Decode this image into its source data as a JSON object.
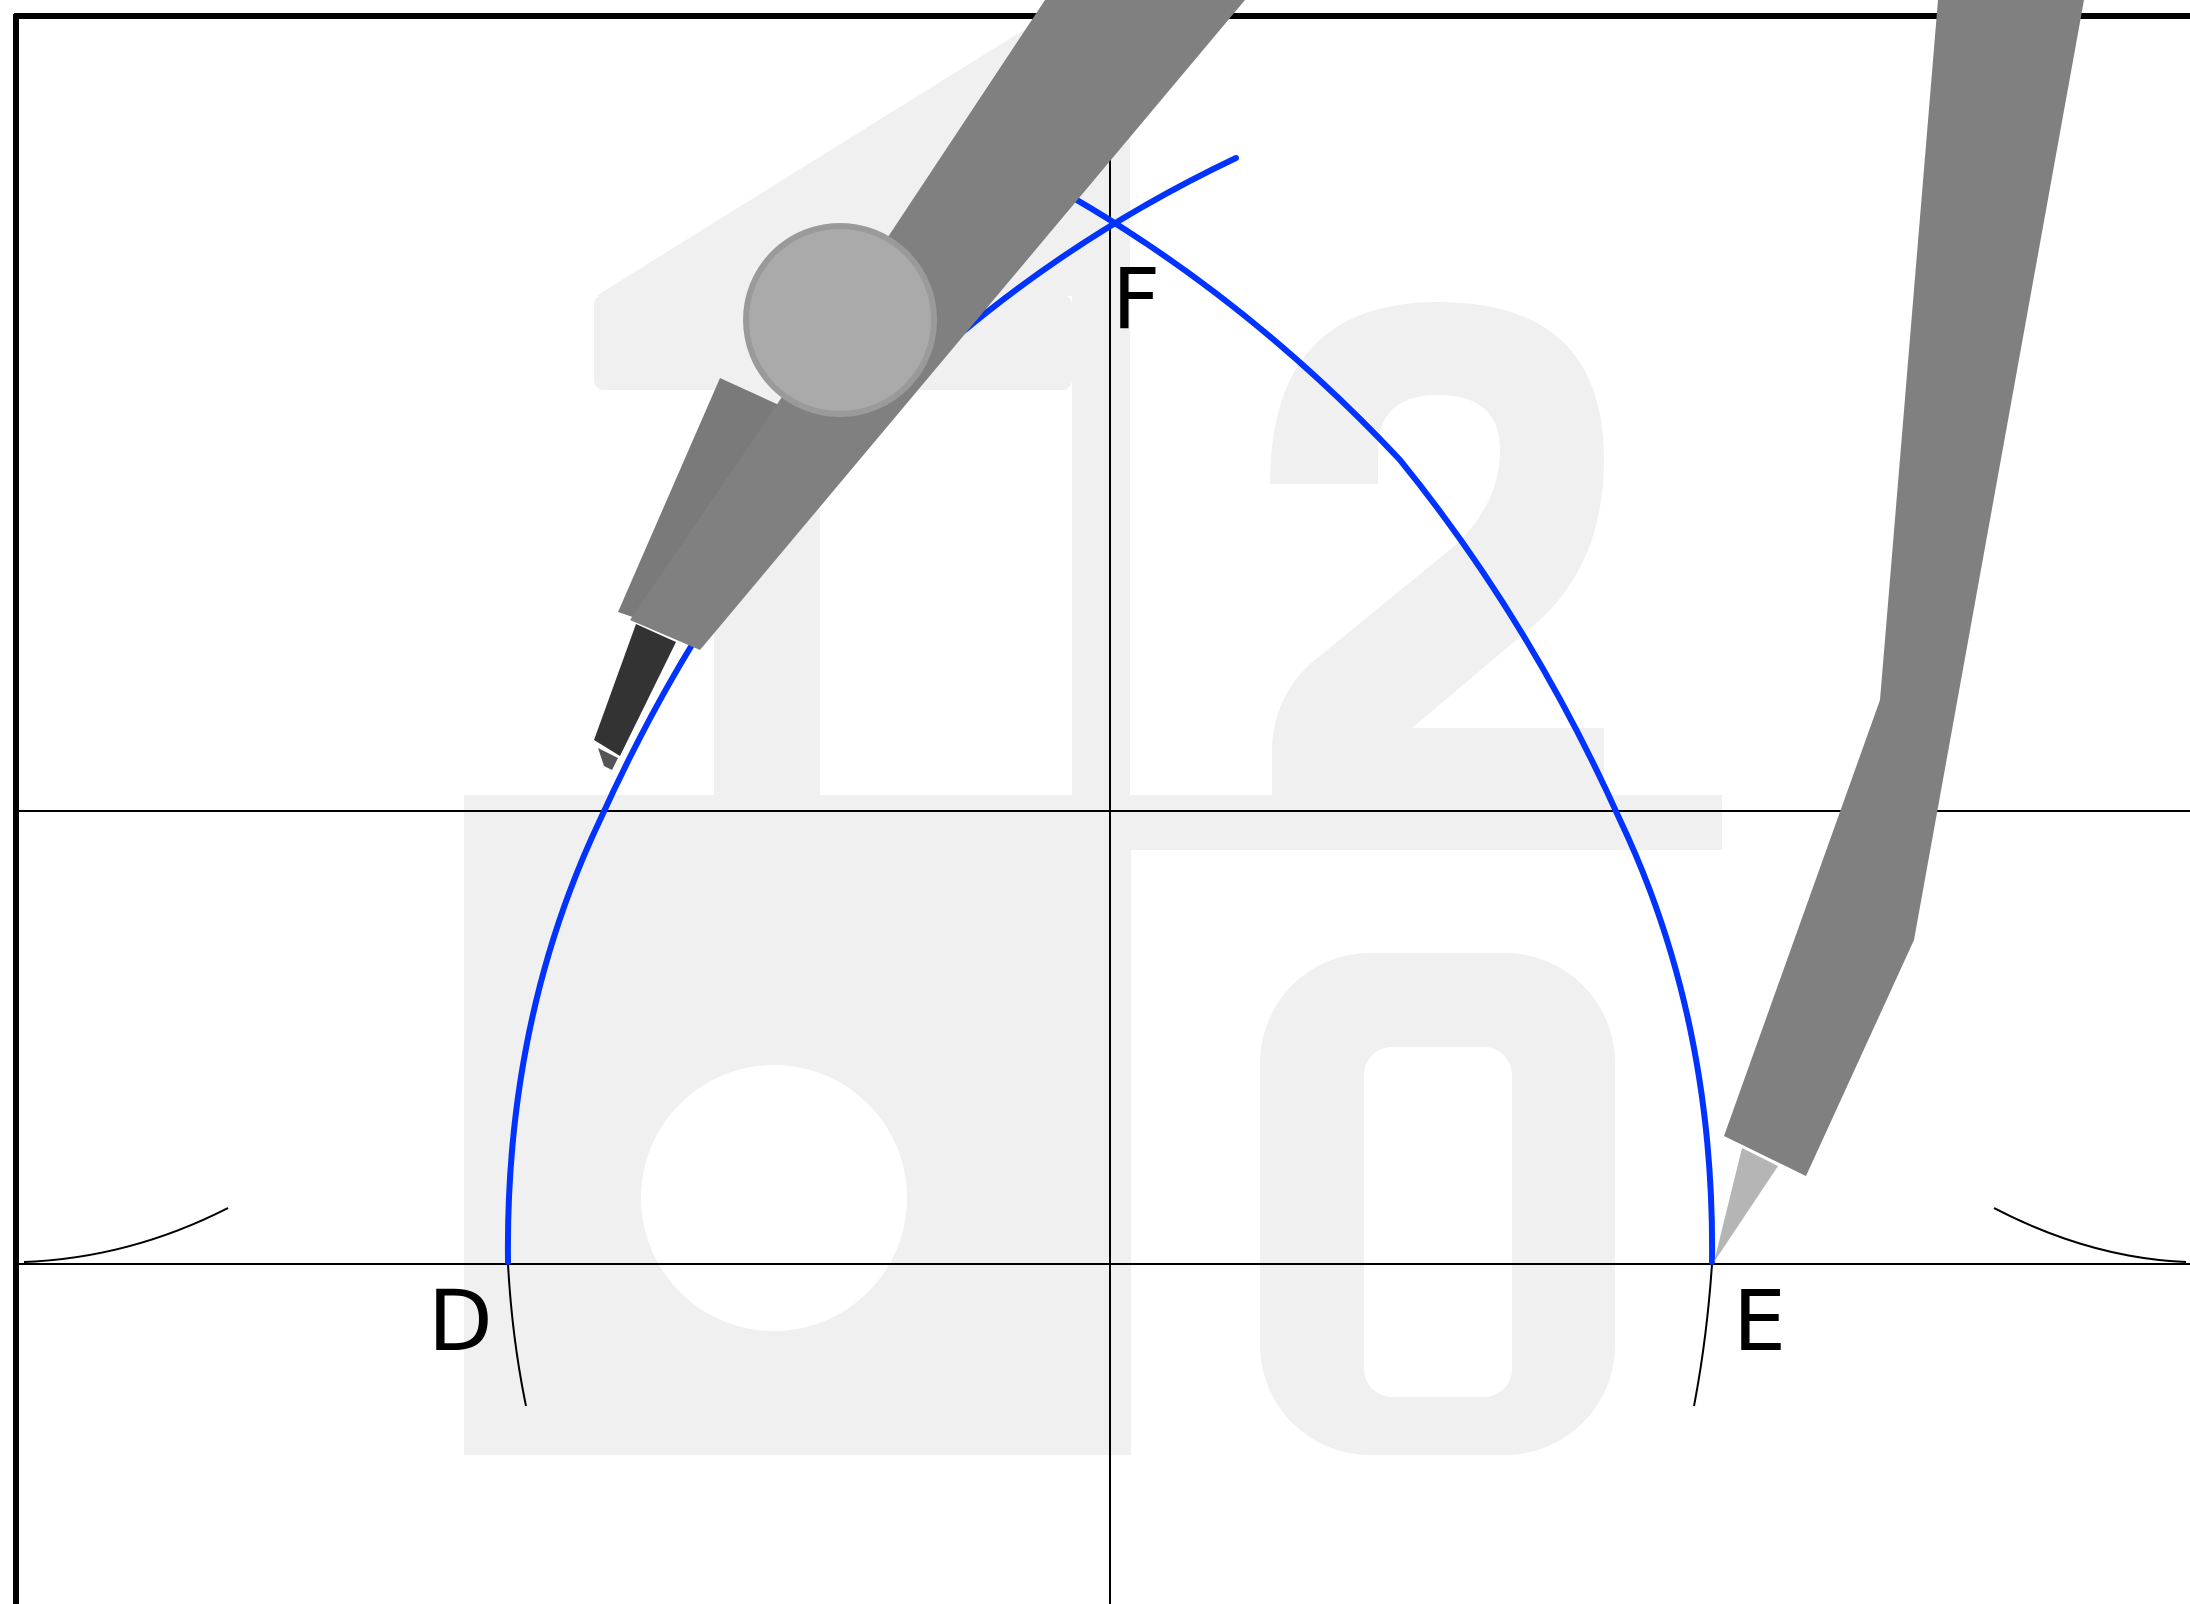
{
  "diagram": {
    "points": {
      "d": "D",
      "e": "E",
      "f": "F"
    },
    "watermark": {
      "top_text": "12",
      "bottom_text": "60"
    },
    "colors": {
      "background": "#ffffff",
      "frame": "#000000",
      "guide_lines": "#000000",
      "construction_arcs": "#0033ff",
      "watermark": "#f0f0f0",
      "compass_body": "#808080",
      "compass_hinge": "#aaaaaa",
      "pencil_lead": "#333333"
    },
    "icons": {
      "compass": "drawing-compass",
      "pencil": "pencil"
    }
  }
}
